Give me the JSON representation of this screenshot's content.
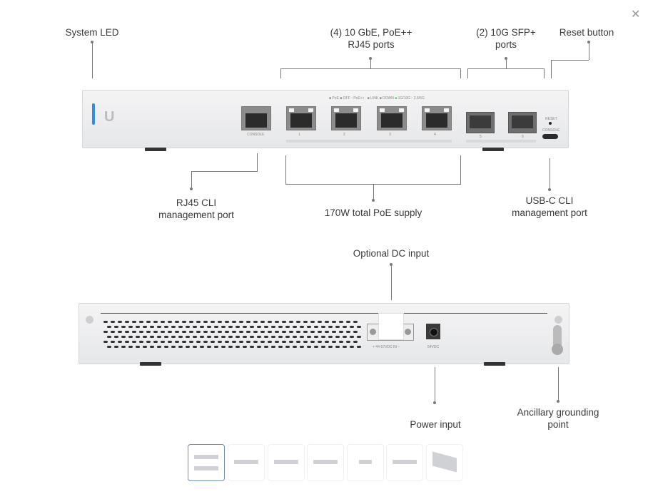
{
  "close_icon": "close-icon",
  "labels": {
    "system_led": "System LED",
    "rj45_ports": [
      "(4) 10 GbE, PoE++",
      "RJ45 ports"
    ],
    "sfp_ports": [
      "(2) 10G SFP+",
      "ports"
    ],
    "reset_button": "Reset button",
    "rj45_cli": [
      "RJ45 CLI",
      "management port"
    ],
    "poe_supply": "170W total PoE supply",
    "usbc_cli": [
      "USB-C CLI",
      "management port"
    ],
    "dc_input": "Optional DC input",
    "power_input": "Power input",
    "grounding": [
      "Ancillary grounding",
      "point"
    ]
  },
  "device_front": {
    "console": "CONSOLE",
    "ports": [
      "1",
      "2",
      "3",
      "4"
    ],
    "sfp": [
      "5",
      "6"
    ],
    "reset": "RESET",
    "usb_console": "CONSOLE"
  },
  "device_back": {
    "dc_terminal": "+ 44-57VDC IN −",
    "dc_jack": "54VDC"
  },
  "thumbnails": {
    "count": 7,
    "selected": 0
  },
  "colors": {
    "led": "#2f8cf0",
    "selection": "#6d8fb8"
  }
}
